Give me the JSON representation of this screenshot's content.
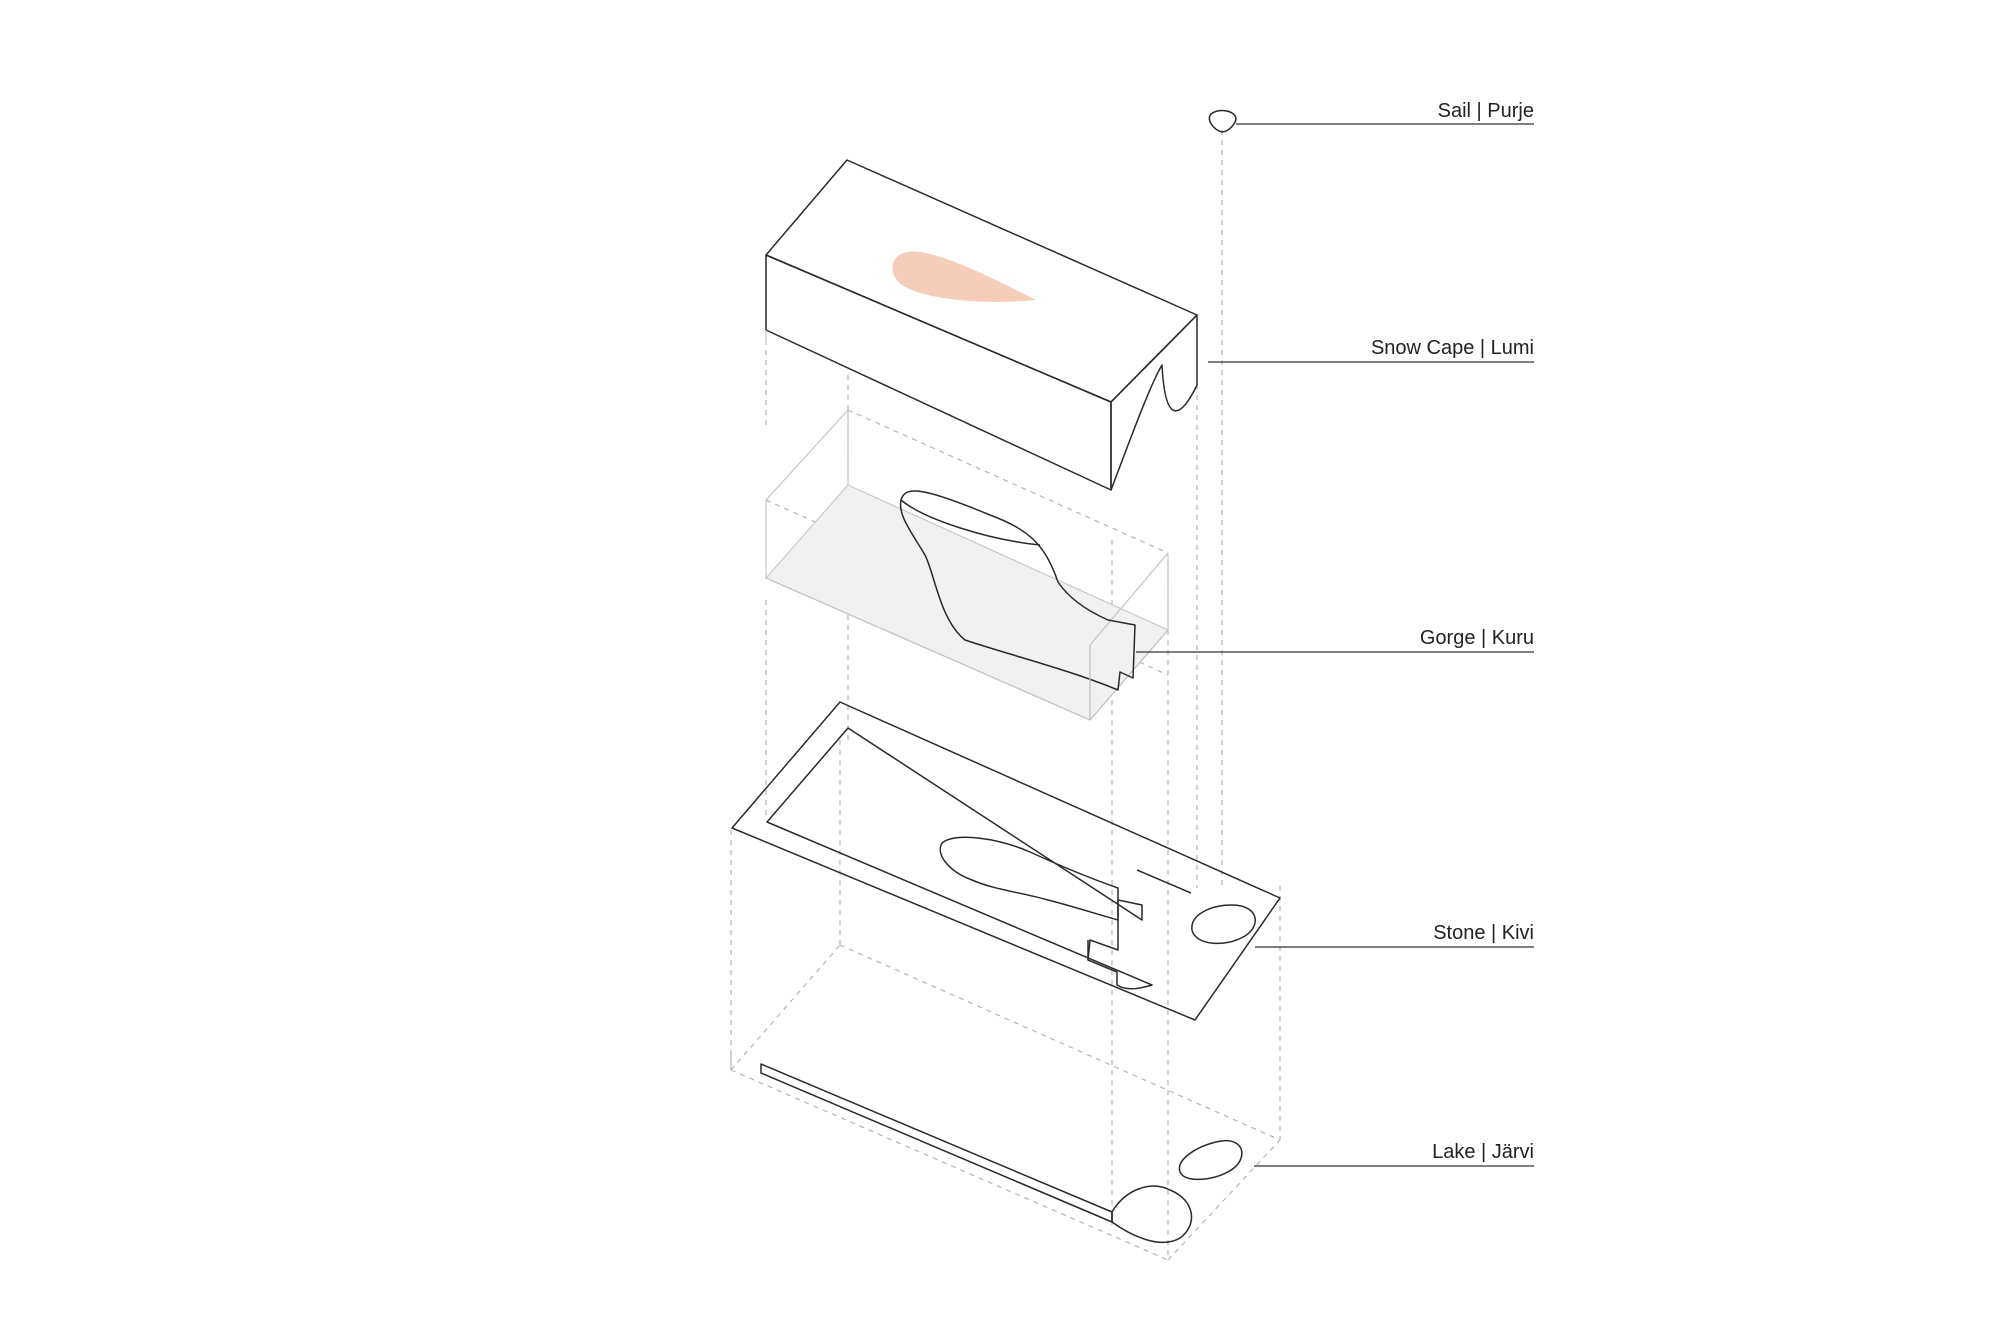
{
  "layers": [
    {
      "id": "sail",
      "label": "Sail | Purje",
      "color": "#d5ebe3"
    },
    {
      "id": "snow-cape",
      "label": "Snow Cape | Lumi",
      "color": "#f5cdb8"
    },
    {
      "id": "gorge",
      "label": "Gorge | Kuru",
      "color": "#f5cdb8"
    },
    {
      "id": "stone",
      "label": "Stone | Kivi",
      "color": "#fbf3bb"
    },
    {
      "id": "lake",
      "label": "Lake | Järvi",
      "color": "#c3e4f5"
    }
  ]
}
